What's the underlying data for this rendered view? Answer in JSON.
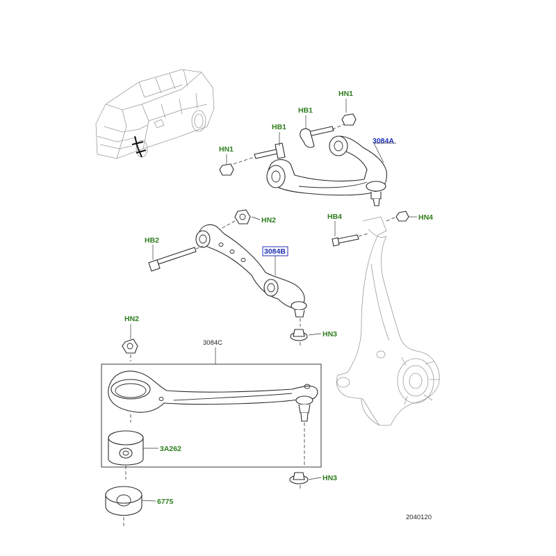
{
  "labels": {
    "hn1_right": "HN1",
    "hb1_right": "HB1",
    "hb1_left": "HB1",
    "hn1_left": "HN1",
    "upper_arm": "3084A",
    "hb4": "HB4",
    "hn4": "HN4",
    "hn2_top": "HN2",
    "hb2": "HB2",
    "lower_front_arm": "3084B",
    "hn3_mid": "HN3",
    "hn2_left": "HN2",
    "lower_rear_arm": "3084C",
    "bush": "3A262",
    "hn3_bottom": "HN3",
    "bush_alt": "6775"
  },
  "reference_number": "2040120",
  "colors": {
    "fastener_label": "#2e7d1e",
    "part_label": "#1f2fb5"
  }
}
